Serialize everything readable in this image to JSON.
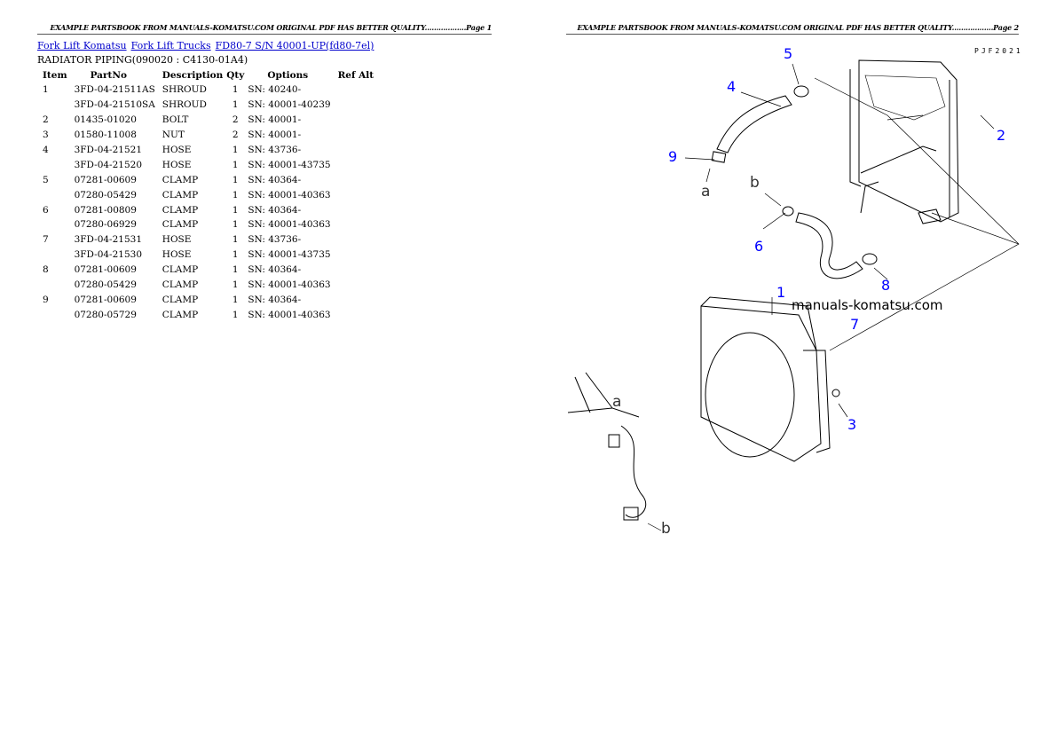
{
  "page1": {
    "header": "EXAMPLE PARTSBOOK FROM MANUALS-KOMATSU.COM ORIGINAL PDF HAS BETTER QUALITY..................Page 1",
    "breadcrumbs": [
      "Fork Lift Komatsu",
      "Fork Lift Trucks",
      "FD80-7 S/N 40001-UP(fd80-7el)"
    ],
    "title": "RADIATOR PIPING(090020 : C4130-01A4)",
    "columns": [
      "Item",
      "PartNo",
      "Description",
      "Qty",
      "Options",
      "Ref Alt"
    ],
    "rows": [
      {
        "item": "1",
        "partno": "3FD-04-21511AS",
        "desc": "SHROUD",
        "qty": "1",
        "options": "SN: 40240-"
      },
      {
        "item": "",
        "partno": "3FD-04-21510SA",
        "desc": "SHROUD",
        "qty": "1",
        "options": "SN: 40001-40239"
      },
      {
        "item": "2",
        "partno": "01435-01020",
        "desc": "BOLT",
        "qty": "2",
        "options": "SN: 40001-"
      },
      {
        "item": "3",
        "partno": "01580-11008",
        "desc": "NUT",
        "qty": "2",
        "options": "SN: 40001-"
      },
      {
        "item": "4",
        "partno": "3FD-04-21521",
        "desc": "HOSE",
        "qty": "1",
        "options": "SN: 43736-"
      },
      {
        "item": "",
        "partno": "3FD-04-21520",
        "desc": "HOSE",
        "qty": "1",
        "options": "SN: 40001-43735"
      },
      {
        "item": "5",
        "partno": "07281-00609",
        "desc": "CLAMP",
        "qty": "1",
        "options": "SN: 40364-"
      },
      {
        "item": "",
        "partno": "07280-05429",
        "desc": "CLAMP",
        "qty": "1",
        "options": "SN: 40001-40363"
      },
      {
        "item": "6",
        "partno": "07281-00809",
        "desc": "CLAMP",
        "qty": "1",
        "options": "SN: 40364-"
      },
      {
        "item": "",
        "partno": "07280-06929",
        "desc": "CLAMP",
        "qty": "1",
        "options": "SN: 40001-40363"
      },
      {
        "item": "7",
        "partno": "3FD-04-21531",
        "desc": "HOSE",
        "qty": "1",
        "options": "SN: 43736-"
      },
      {
        "item": "",
        "partno": "3FD-04-21530",
        "desc": "HOSE",
        "qty": "1",
        "options": "SN: 40001-43735"
      },
      {
        "item": "8",
        "partno": "07281-00609",
        "desc": "CLAMP",
        "qty": "1",
        "options": "SN: 40364-"
      },
      {
        "item": "",
        "partno": "07280-05429",
        "desc": "CLAMP",
        "qty": "1",
        "options": "SN: 40001-40363"
      },
      {
        "item": "9",
        "partno": "07281-00609",
        "desc": "CLAMP",
        "qty": "1",
        "options": "SN: 40364-"
      },
      {
        "item": "",
        "partno": "07280-05729",
        "desc": "CLAMP",
        "qty": "1",
        "options": "SN: 40001-40363"
      }
    ]
  },
  "page2": {
    "header": "EXAMPLE PARTSBOOK FROM MANUALS-KOMATSU.COM ORIGINAL PDF HAS BETTER QUALITY..................Page 2",
    "drawing_code": "PJF2021",
    "watermark": "manuals-komatsu.com",
    "callouts": [
      "1",
      "2",
      "3",
      "4",
      "5",
      "6",
      "7",
      "8",
      "9"
    ],
    "letters": [
      "a",
      "b",
      "a",
      "b"
    ],
    "callout_color": "#0000ff"
  }
}
